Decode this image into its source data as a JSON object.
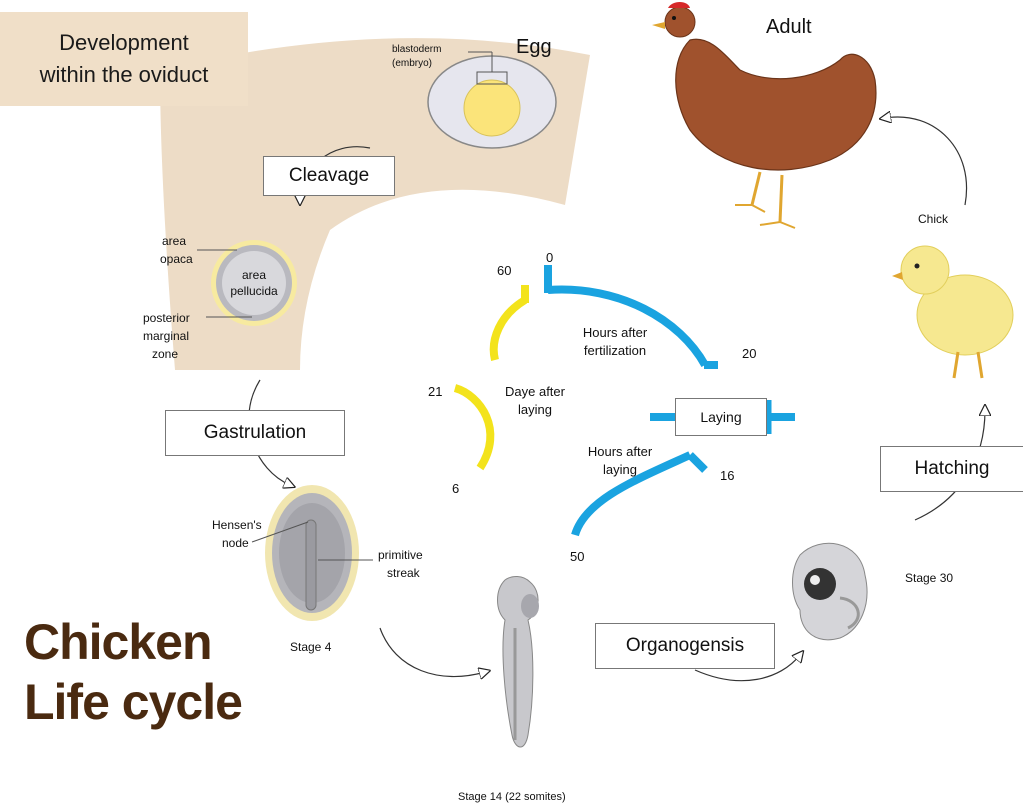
{
  "title": {
    "line1": "Chicken",
    "line2": "Life cycle"
  },
  "oviduct": {
    "line1": "Development",
    "line2": "within the oviduct"
  },
  "egg": {
    "label": "Egg",
    "blastoderm": "blastoderm",
    "embryo": "(embryo)"
  },
  "cleavage": {
    "label": "Cleavage"
  },
  "blastoderm_disc": {
    "area_opaca_1": "area",
    "area_opaca_2": "opaca",
    "area_pellucida_1": "area",
    "area_pellucida_2": "pellucida",
    "pmz_1": "posterior",
    "pmz_2": "marginal",
    "pmz_3": "zone"
  },
  "gastrulation": {
    "label": "Gastrulation"
  },
  "stage4": {
    "hensen_1": "Hensen's",
    "hensen_2": "node",
    "streak_1": "primitive",
    "streak_2": "streak",
    "label": "Stage 4"
  },
  "stage14": {
    "label": "Stage 14 (22 somites)"
  },
  "organogenesis": {
    "label": "Organogensis"
  },
  "stage30": {
    "label": "Stage 30"
  },
  "hatching": {
    "label": "Hatching"
  },
  "chick": {
    "label": "Chick"
  },
  "adult": {
    "label": "Adult"
  },
  "timeline": {
    "hours_fert_1": "Hours after",
    "hours_fert_2": "fertilization",
    "days_1": "Daye after",
    "days_2": "laying",
    "hours_lay_1": "Hours after",
    "hours_lay_2": "laying",
    "laying": "Laying",
    "n0": "0",
    "n20": "20",
    "n16": "16",
    "n50": "50",
    "n60": "60",
    "n21": "21",
    "n6": "6"
  },
  "colors": {
    "blue": "#1aa3e0",
    "yellow": "#f3e31c",
    "beige": "#eddcc6",
    "brown": "#4a2a10",
    "hen": "#a0522d",
    "chick": "#f6e890"
  }
}
